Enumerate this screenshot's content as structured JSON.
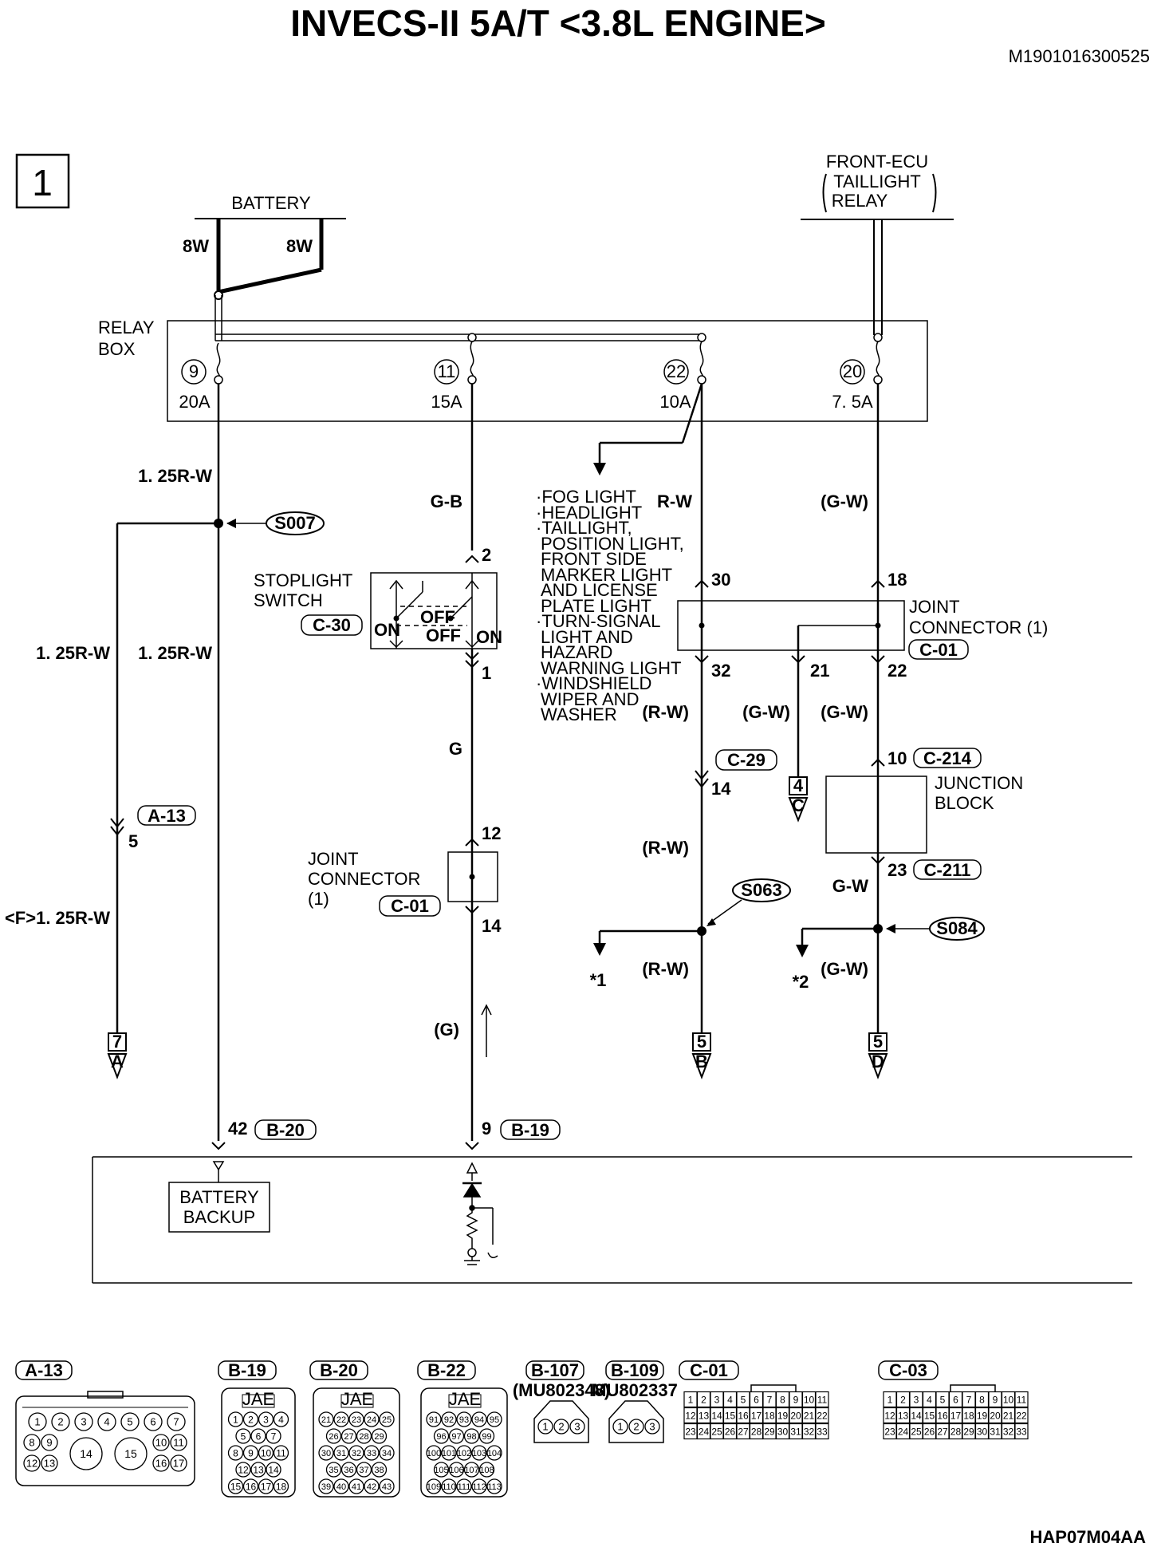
{
  "header": {
    "title": "INVECS-II 5A/T <3.8L ENGINE>",
    "doc_id": "M1901016300525",
    "page_number": "1",
    "footer_code": "HAP07M04AA"
  },
  "power": {
    "battery": "BATTERY",
    "battery_wire_left": "8W",
    "battery_wire_right": "8W",
    "front_ecu_line1": "FRONT-ECU",
    "front_ecu_line2": "TAILLIGHT",
    "front_ecu_line3": "RELAY"
  },
  "relay_box": {
    "label_line1": "RELAY",
    "label_line2": "BOX",
    "fuses": [
      {
        "number": "9",
        "rating": "20A"
      },
      {
        "number": "11",
        "rating": "15A"
      },
      {
        "number": "22",
        "rating": "10A"
      },
      {
        "number": "20",
        "rating": "7. 5A"
      }
    ]
  },
  "splices": {
    "s007": "S007",
    "s063": "S063",
    "s084": "S084"
  },
  "wires": {
    "r_w_125": "1. 25R-W",
    "r_w_125_f": "<F>1. 25R-W",
    "g_b": "G-B",
    "g": "G",
    "g_paren": "(G)",
    "r_w": "R-W",
    "r_w_paren": "(R-W)",
    "g_w": "G-W",
    "g_w_paren": "(G-W)"
  },
  "stoplight_switch": {
    "label_line1": "STOPLIGHT",
    "label_line2": "SWITCH",
    "connector": "C-30",
    "on": "ON",
    "off": "OFF",
    "pin_top": "2",
    "pin_bottom": "1"
  },
  "fuse22_loads": [
    "·FOG LIGHT",
    "·HEADLIGHT",
    "·TAILLIGHT,",
    "POSITION LIGHT,",
    "FRONT SIDE",
    "MARKER LIGHT",
    "AND LICENSE",
    "PLATE LIGHT",
    "·TURN-SIGNAL",
    "LIGHT AND",
    "HAZARD",
    "WARNING LIGHT",
    "·WINDSHIELD",
    "WIPER AND",
    "WASHER"
  ],
  "joint_connector_top": {
    "label_line1": "JOINT",
    "label_line2": "CONNECTOR (1)",
    "connector": "C-01",
    "pins": {
      "p30": "30",
      "p18": "18",
      "p32": "32",
      "p21": "21",
      "p22": "22"
    }
  },
  "joint_connector_mid": {
    "label_line1": "JOINT",
    "label_line2": "CONNECTOR",
    "label_line3": "(1)",
    "connector": "C-01",
    "pin_top": "12",
    "pin_bottom": "14"
  },
  "junction_block": {
    "label_line1": "JUNCTION",
    "label_line2": "BLOCK",
    "conn_top": "C-214",
    "conn_bottom": "C-211",
    "pin_top": "10",
    "pin_bottom": "23"
  },
  "connectors_inline": {
    "a13": {
      "name": "A-13",
      "pin": "5"
    },
    "c29": {
      "name": "C-29",
      "pin": "14"
    },
    "b20": {
      "name": "B-20",
      "pin": "42"
    },
    "b19": {
      "name": "B-19",
      "pin": "9"
    }
  },
  "refs": {
    "a": {
      "num": "7",
      "letter": "A"
    },
    "b": {
      "num": "5",
      "letter": "B"
    },
    "c": {
      "num": "4",
      "letter": "C"
    },
    "d": {
      "num": "5",
      "letter": "D"
    },
    "star1": "*1",
    "star2": "*2"
  },
  "ecu": {
    "battery_backup_line1": "BATTERY",
    "battery_backup_line2": "BACKUP"
  },
  "connector_views": [
    {
      "name": "A-13",
      "note": "",
      "pins": [
        "1",
        "2",
        "3",
        "4",
        "5",
        "6",
        "7",
        "8",
        "9",
        "14",
        "15",
        "10",
        "11",
        "12",
        "13",
        "16",
        "17"
      ]
    },
    {
      "name": "B-19",
      "note": "JAE",
      "pins": [
        "1",
        "2",
        "3",
        "4",
        "5",
        "6",
        "7",
        "8",
        "9",
        "10",
        "11",
        "12",
        "13",
        "14",
        "15",
        "16",
        "17",
        "18"
      ]
    },
    {
      "name": "B-20",
      "note": "JAE",
      "pins": [
        "21",
        "22",
        "23",
        "24",
        "25",
        "26",
        "27",
        "28",
        "29",
        "30",
        "31",
        "32",
        "33",
        "34",
        "35",
        "36",
        "37",
        "38",
        "39",
        "40",
        "41",
        "42",
        "43"
      ]
    },
    {
      "name": "B-22",
      "note": "JAE",
      "pins": [
        "91",
        "92",
        "93",
        "94",
        "95",
        "96",
        "97",
        "98",
        "99",
        "100",
        "101",
        "102",
        "103",
        "104",
        "105",
        "106",
        "107",
        "108",
        "109",
        "110",
        "111",
        "112",
        "113"
      ]
    },
    {
      "name": "B-107",
      "note": "(MU802348)",
      "pins": [
        "1",
        "2",
        "3"
      ]
    },
    {
      "name": "B-109",
      "note": "MU802337",
      "pins": [
        "1",
        "2",
        "3"
      ]
    },
    {
      "name": "C-01",
      "note": "",
      "pins": [
        "1",
        "2",
        "3",
        "4",
        "5",
        "6",
        "7",
        "8",
        "9",
        "10",
        "11",
        "12",
        "13",
        "14",
        "15",
        "16",
        "17",
        "18",
        "19",
        "20",
        "21",
        "22",
        "23",
        "24",
        "25",
        "26",
        "27",
        "28",
        "29",
        "30",
        "31",
        "32",
        "33"
      ]
    },
    {
      "name": "C-03",
      "note": "",
      "pins": [
        "1",
        "2",
        "3",
        "4",
        "5",
        "6",
        "7",
        "8",
        "9",
        "10",
        "11",
        "12",
        "13",
        "14",
        "15",
        "16",
        "17",
        "18",
        "19",
        "20",
        "21",
        "22",
        "23",
        "24",
        "25",
        "26",
        "27",
        "28",
        "29",
        "30",
        "31",
        "32",
        "33"
      ]
    }
  ]
}
